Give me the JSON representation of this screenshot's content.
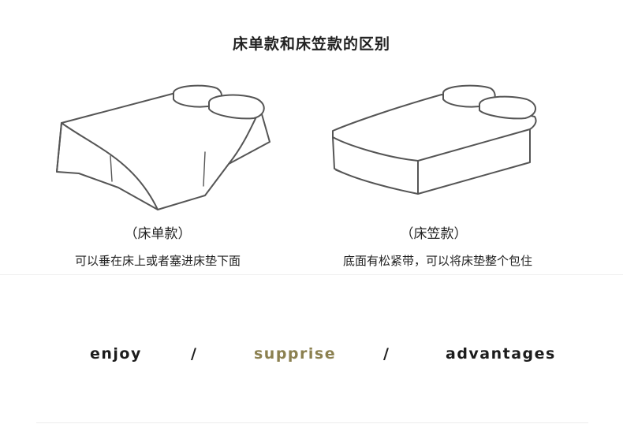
{
  "title": "床单款和床笠款的区别",
  "left": {
    "label": "（床单款）",
    "description": "可以垂在床上或者塞进床垫下面"
  },
  "right": {
    "label": "（床笠款）",
    "description": "底面有松紧带，可以将床垫整个包住"
  },
  "taglines": [
    "enjoy",
    "/",
    "supprise",
    "/",
    "advantages"
  ],
  "colors": {
    "text": "#1c1c1c",
    "accent": "#8b8050"
  }
}
